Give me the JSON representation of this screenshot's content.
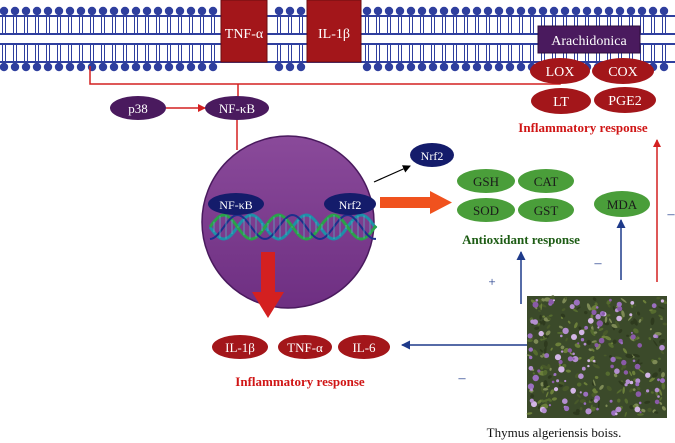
{
  "membrane": {
    "tnf_label": "TNF-α",
    "il1_label": "IL-1β",
    "arachidonica_label": "Arachidonica"
  },
  "arachidonic_products": {
    "lox": "LOX",
    "cox": "COX",
    "lt": "LT",
    "pge2": "PGE2"
  },
  "upper_inflammatory_response": "Inflammatory response",
  "signaling": {
    "p38": "p38",
    "nfkb_top": "NF-κB",
    "nrf2_out": "Nrf2"
  },
  "nucleus": {
    "nfkb": "NF-κB",
    "nrf2": "Nrf2"
  },
  "antioxidants": {
    "gsh": "GSH",
    "cat": "CAT",
    "sod": "SOD",
    "gst": "GST",
    "mda": "MDA",
    "response_label": "Antioxidant response"
  },
  "cytokines": {
    "il1": "IL-1β",
    "tnf": "TNF-α",
    "il6": "IL-6"
  },
  "lower_inflammatory_response": "Inflammatory response",
  "signs": {
    "plus": "+",
    "minus_mda": "–",
    "minus_cytokines": "–",
    "minus_right": "–"
  },
  "plant_caption": "Thymus algeriensis boiss.",
  "colors": {
    "membrane_blue": "#2f3f9e",
    "cytokine_red": "#a3161a",
    "purple_dark": "#4a1a5e",
    "nucleus_purple": "#7e3d8f",
    "nrf2_navy": "#141c6b",
    "antioxidant_green": "#4a9e3a",
    "arrow_red": "#d42020",
    "arrow_blue": "#1e3a8a",
    "arrow_orange": "#f0521e",
    "text_red": "#d01515",
    "text_green": "#1d5c14"
  }
}
